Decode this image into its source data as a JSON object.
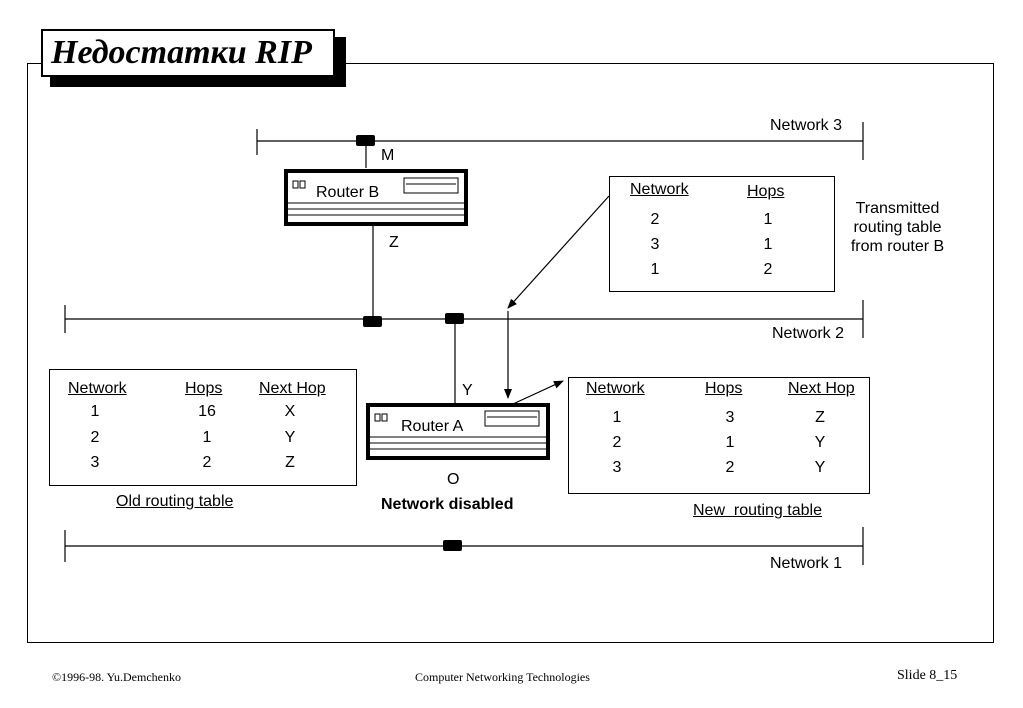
{
  "title": "Недостатки RIP",
  "networks": {
    "network3": "Network 3",
    "network2": "Network 2",
    "network1": "Network 1"
  },
  "routers": {
    "router_b": "Router B",
    "router_a": "Router A"
  },
  "ports": {
    "m": "M",
    "z": "Z",
    "y": "Y",
    "o": "O"
  },
  "network_disabled": "Network disabled",
  "transmitted_table": {
    "caption_lines": [
      "Transmitted",
      "routing table",
      "from router B"
    ],
    "headers": [
      "Network",
      "Hops"
    ],
    "rows": [
      [
        "2",
        "1"
      ],
      [
        "3",
        "1"
      ],
      [
        "1",
        "2"
      ]
    ]
  },
  "old_table": {
    "caption": "Old routing table",
    "headers": [
      "Network",
      "Hops",
      "Next Hop"
    ],
    "rows": [
      [
        "1",
        "16",
        "X"
      ],
      [
        "2",
        "1",
        "Y"
      ],
      [
        "3",
        "2",
        "Z"
      ]
    ]
  },
  "new_table": {
    "caption": "New  routing table",
    "headers": [
      "Network",
      "Hops",
      "Next Hop"
    ],
    "rows": [
      [
        "1",
        "3",
        "Z"
      ],
      [
        "2",
        "1",
        "Y"
      ],
      [
        "3",
        "2",
        "Y"
      ]
    ]
  },
  "footer": {
    "copyright": "©1996-98. Yu.Demchenko",
    "course": "Computer Networking Technologies",
    "slide": "Slide 8_15"
  }
}
